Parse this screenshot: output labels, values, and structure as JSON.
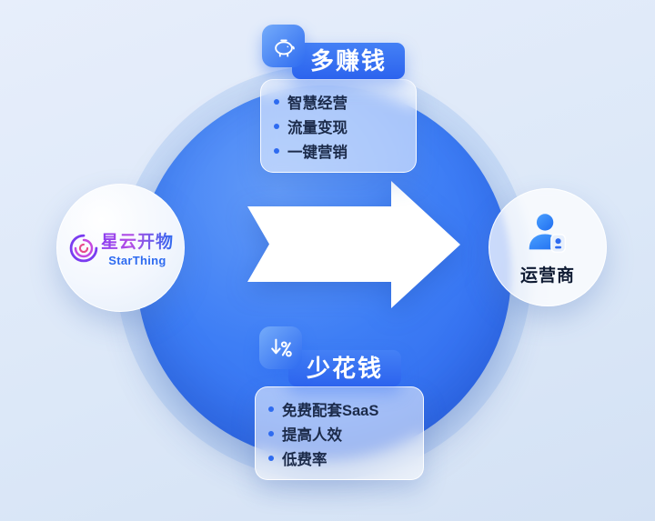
{
  "left_node": {
    "title": "星云开物",
    "subtitle": "StarThing"
  },
  "right_node": {
    "label": "运营商"
  },
  "top_card": {
    "title": "多赚钱",
    "icon": "piggy-bank-icon",
    "items": [
      "智慧经营",
      "流量变现",
      "一键营销"
    ]
  },
  "bottom_card": {
    "title": "少花钱",
    "icon": "discount-percent-icon",
    "items": [
      "免费配套SaaS",
      "提高人效",
      "低费率"
    ]
  },
  "colors": {
    "accent": "#2e6bf0",
    "circle_blue": "#3b7cf4",
    "background": "#dce8f8",
    "text_dark": "#1c2b4a",
    "brand_gradient_start": "#8a3df0",
    "brand_gradient_end": "#2e6bf0"
  }
}
